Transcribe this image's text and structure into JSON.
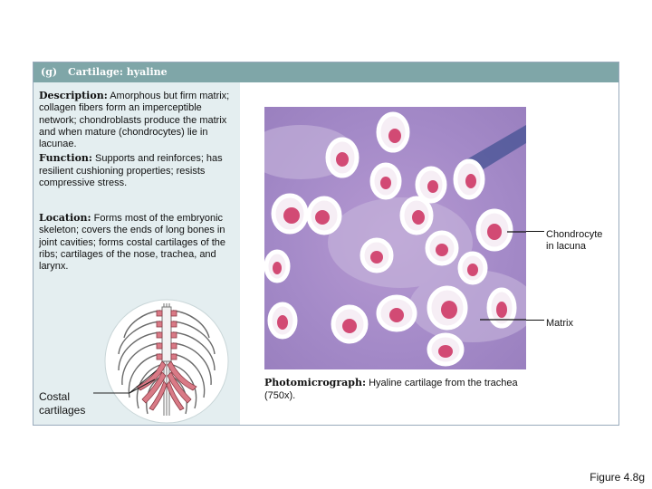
{
  "header": {
    "letter": "(g)",
    "title": "Cartilage: hyaline"
  },
  "description": {
    "term": "Description:",
    "text": " Amorphous but firm matrix; collagen fibers form an imperceptible network; chondroblasts produce the matrix and when mature (chondrocytes) lie in lacunae."
  },
  "function": {
    "term": "Function:",
    "text": " Supports and reinforces; has resilient cushioning properties; resists compressive stress."
  },
  "location": {
    "term": "Location:",
    "text": " Forms most of the embryonic skeleton; covers the ends of long bones in joint cavities; forms costal cartilages of the ribs; cartilages of the nose, trachea, and larynx."
  },
  "diagram": {
    "costal_label_1": "Costal",
    "costal_label_2": "cartilages"
  },
  "callouts": {
    "chondrocyte_1": "Chondrocyte",
    "chondrocyte_2": "in lacuna",
    "matrix": "Matrix"
  },
  "caption": {
    "term": "Photomicrograph:",
    "text": " Hyaline cartilage from the trachea (750x)."
  },
  "figure_number": "Figure 4.8g",
  "colors": {
    "header_bg": "#7fa6a8",
    "left_panel_bg": "#e4eef0",
    "matrix_purple": "#a98ac6",
    "cartilage_pink": "#d97a86"
  }
}
